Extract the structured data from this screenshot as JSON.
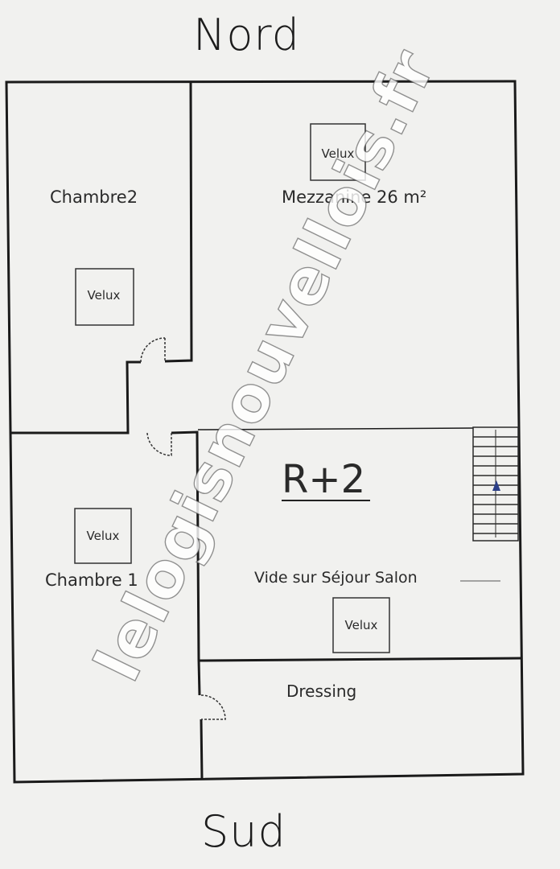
{
  "compass": {
    "north": "Nord",
    "south": "Sud"
  },
  "level": "R+2",
  "rooms": {
    "chambre2": "Chambre2",
    "mezzanine": "Mezzanine 26 m²",
    "chambre1": "Chambre 1",
    "vide": "Vide sur Séjour Salon",
    "dressing": "Dressing"
  },
  "velux": {
    "mezzanine": "Velux",
    "chambre2": "Velux",
    "chambre1": "Velux",
    "vide": "Velux"
  },
  "watermark": "lelogisnouvellois.fr"
}
